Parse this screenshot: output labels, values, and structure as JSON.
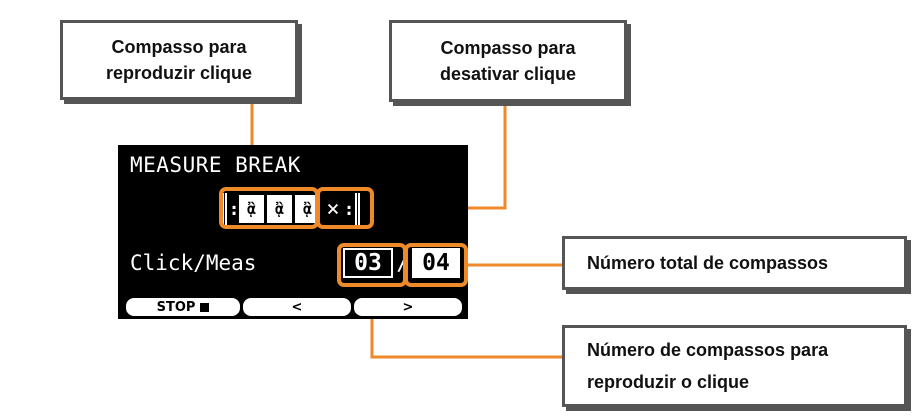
{
  "callouts": {
    "play_measure": "Compasso para reproduzir clique",
    "mute_measure": "Compasso para desativar clique",
    "total_measures": "Número total de compassos",
    "play_count": "Número de compassos para reproduzir o clique"
  },
  "lcd": {
    "title": "MEASURE BREAK",
    "pattern": {
      "start_symbol": ":",
      "play_cells": [
        "ᾂ",
        "ᾂ",
        "ᾂ"
      ],
      "mute_cell": "×",
      "end_symbol": ":"
    },
    "row_label": "Click/Meas",
    "current_value": "03",
    "separator": "/",
    "total_value": "04",
    "function_keys": {
      "stop_label": "STOP",
      "prev_label": "<",
      "next_label": ">"
    }
  },
  "colors": {
    "highlight": "#ee8a2a",
    "callout_border": "#555555",
    "lcd_background": "#000000"
  },
  "icons": {
    "stop": "stop-square-icon",
    "note": "sixteenth-note-icon",
    "mute": "x-mute-icon"
  }
}
